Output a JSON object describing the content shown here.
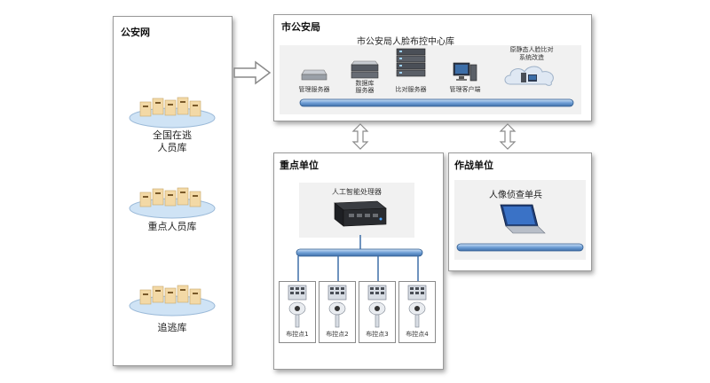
{
  "left": {
    "title": "公安网",
    "databases": [
      {
        "label": "全国在逃\n人员库"
      },
      {
        "label": "重点人员库"
      },
      {
        "label": "追逃库"
      }
    ]
  },
  "city": {
    "title": "市公安局",
    "center": "市公安局人脸布控中心库",
    "devices": [
      {
        "label": "管理服务器"
      },
      {
        "label": "数据库\n服务器"
      },
      {
        "label": "比对服务器"
      },
      {
        "label": "管理客户端"
      }
    ],
    "cloud_label": "原静态人脸比对\n系统改造"
  },
  "key_unit": {
    "title": "重点单位",
    "processor": "人工智能处理器",
    "points": [
      "布控点1",
      "布控点2",
      "布控点3",
      "布控点4"
    ]
  },
  "combat_unit": {
    "title": "作战单位",
    "device": "人像侦查单兵"
  }
}
